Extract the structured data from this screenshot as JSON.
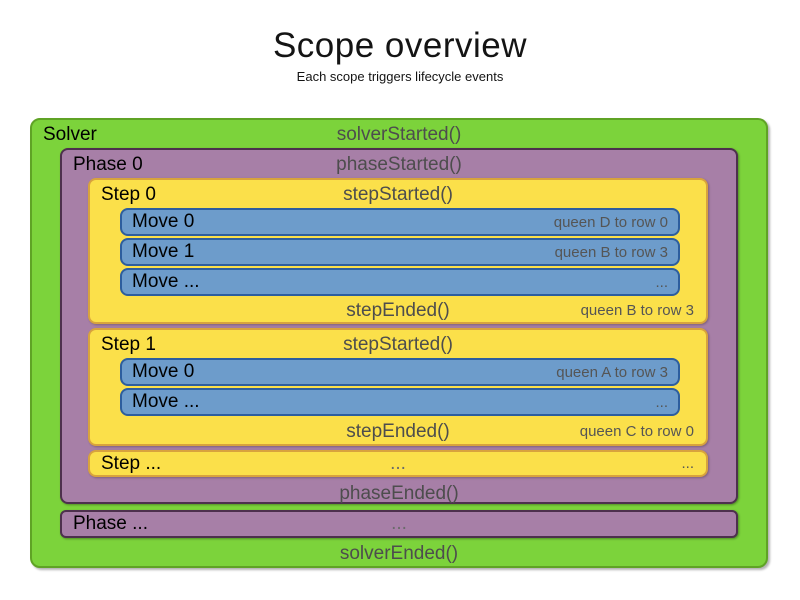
{
  "title": "Scope overview",
  "subtitle": "Each scope triggers lifecycle events",
  "colors": {
    "solver_fill": "#7CD33B",
    "solver_border": "#5FA325",
    "phase_fill": "#A77FA7",
    "phase_border": "#4D304D",
    "step_fill": "#FBE04A",
    "step_border": "#D8A33D",
    "move_fill": "#6D9CCB",
    "move_border": "#2D5E9E",
    "event_text": "#4D4D4D",
    "annotation_text": "#555555"
  },
  "solver": {
    "label": "Solver",
    "started_event": "solverStarted()",
    "ended_event": "solverEnded()",
    "phases": [
      {
        "label": "Phase 0",
        "started_event": "phaseStarted()",
        "ended_event": "phaseEnded()",
        "steps": [
          {
            "label": "Step 0",
            "started_event": "stepStarted()",
            "ended_event": "stepEnded()",
            "ended_annotation": "queen B to row 3",
            "moves": [
              {
                "label": "Move 0",
                "annotation": "queen D to row 0"
              },
              {
                "label": "Move 1",
                "annotation": "queen B to row 3"
              },
              {
                "label": "Move ...",
                "annotation": "..."
              }
            ]
          },
          {
            "label": "Step 1",
            "started_event": "stepStarted()",
            "ended_event": "stepEnded()",
            "ended_annotation": "queen C to row 0",
            "moves": [
              {
                "label": "Move 0",
                "annotation": "queen A to row 3"
              },
              {
                "label": "Move ...",
                "annotation": "..."
              }
            ]
          }
        ],
        "step_more": {
          "label": "Step ...",
          "center_text": "...",
          "right_text": "..."
        }
      }
    ],
    "phase_more": {
      "label": "Phase ...",
      "center_text": "..."
    }
  }
}
